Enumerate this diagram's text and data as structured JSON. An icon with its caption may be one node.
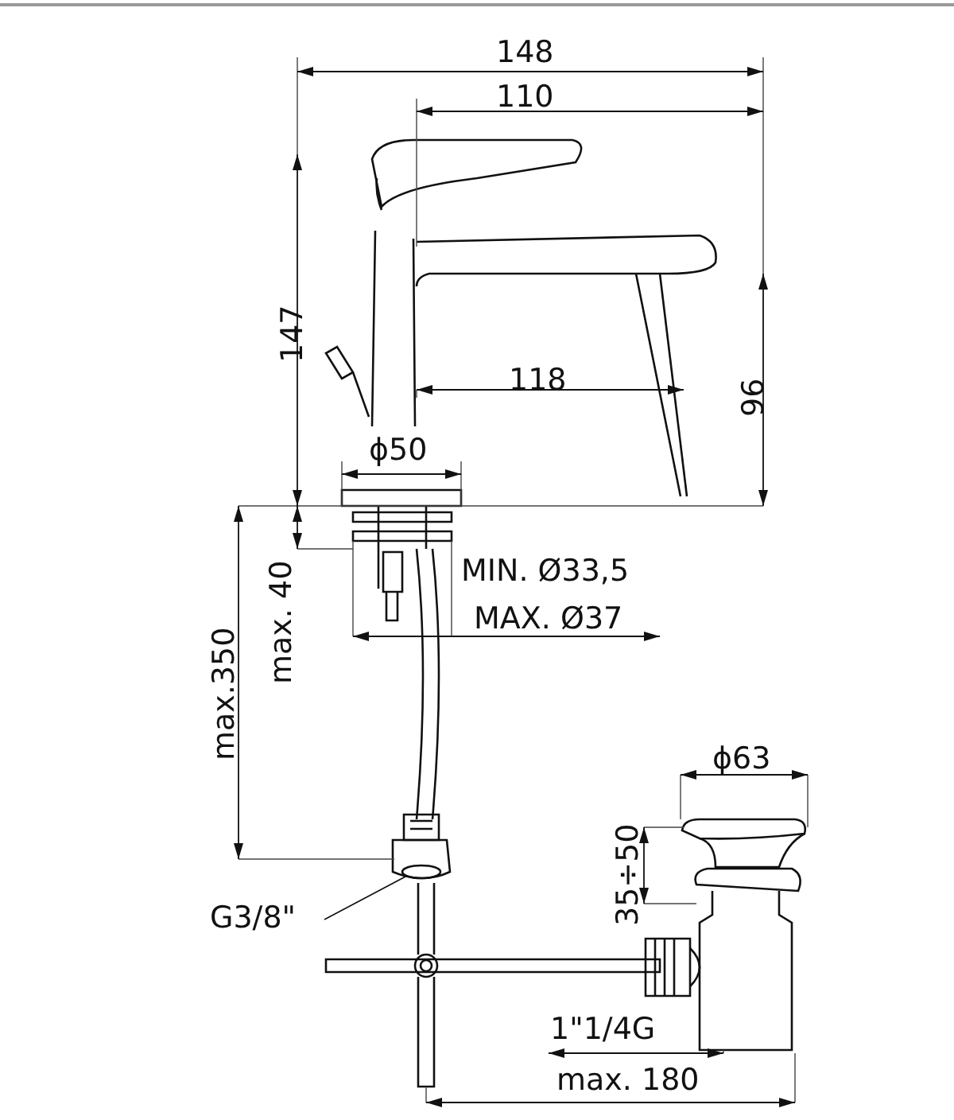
{
  "diagram": {
    "nodes": [
      {
        "text": [
          "G3/8\""
        ]
      },
      {
        "text": [],
        "shape": "picture"
      }
    ],
    "edges": [
      {
        "from": 0,
        "to": 1,
        "arrow": "none"
      }
    ],
    "labels": [
      "148",
      "110",
      "147",
      "96",
      "118",
      "ϕ50",
      "MIN. Ø33,5",
      "MAX. Ø37",
      "max. 40",
      "max.350",
      "ϕ63",
      "35÷50",
      "1\"1/4G",
      "max. 180"
    ]
  }
}
